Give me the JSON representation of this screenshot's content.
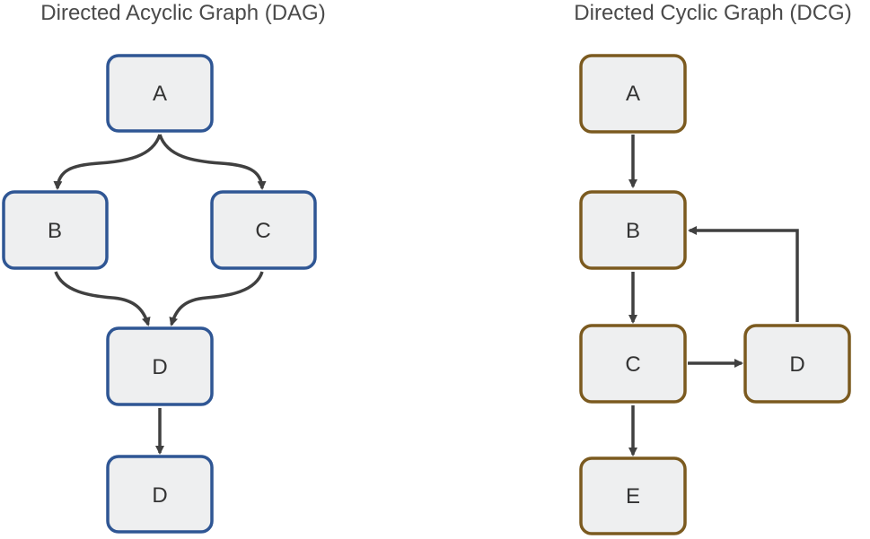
{
  "colors": {
    "dag_border": "#2f5694",
    "dcg_border": "#7b5a1f",
    "node_fill": "#eeeff0",
    "edge": "#404040"
  },
  "dag": {
    "title": "Directed Acyclic Graph (DAG)",
    "nodes": {
      "a": "A",
      "b": "B",
      "c": "C",
      "d1": "D",
      "d2": "D"
    }
  },
  "dcg": {
    "title": "Directed Cyclic Graph (DCG)",
    "nodes": {
      "a": "A",
      "b": "B",
      "c": "C",
      "d": "D",
      "e": "E"
    }
  }
}
